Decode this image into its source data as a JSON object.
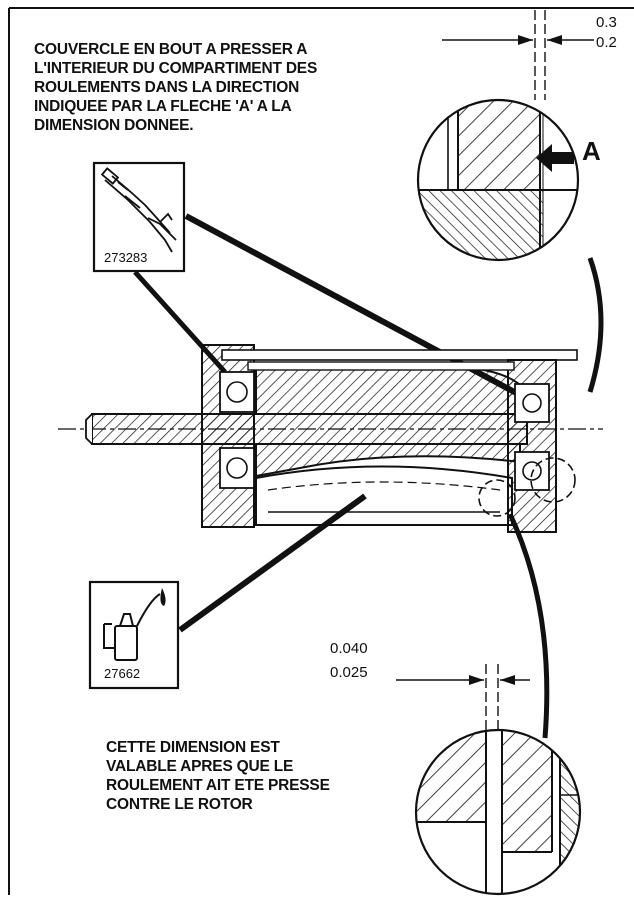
{
  "top_note": {
    "lines": [
      "COUVERCLE EN BOUT A PRESSER A",
      "L'INTERIEUR DU COMPARTIMENT DES",
      "ROULEMENTS DANS LA DIRECTION",
      "INDIQUEE PAR LA FLECHE 'A' A LA",
      "DIMENSION DONNEE."
    ]
  },
  "bottom_note": {
    "lines": [
      "CETTE DIMENSION EST",
      "VALABLE APRES QUE LE",
      "ROULEMENT AIT ETE PRESSE",
      "CONTRE LE ROTOR"
    ]
  },
  "top_dimension": {
    "max": "0.3",
    "min": "0.2"
  },
  "bottom_dimension": {
    "max": "0.040",
    "min": "0.025"
  },
  "arrow_label": "A",
  "tool_grease_gun": {
    "part_number": "273283"
  },
  "tool_oil_can": {
    "part_number": "27662"
  }
}
